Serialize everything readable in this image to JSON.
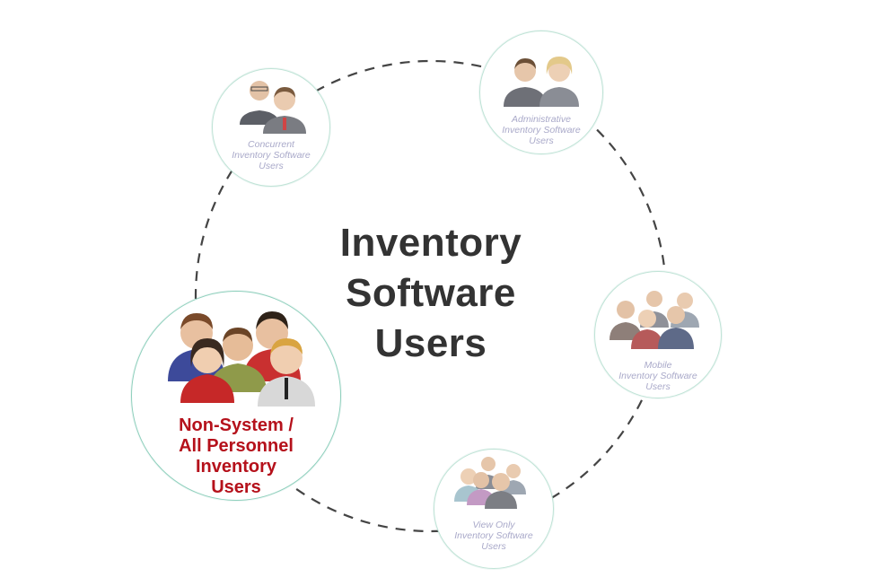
{
  "title": "Inventory Software Users",
  "nodes": {
    "concurrent": {
      "label": "Concurrent Inventory Software Users",
      "icon": "two-users-icon"
    },
    "administrative": {
      "label": "Administrative Inventory Software Users",
      "icon": "two-users-icon"
    },
    "mobile": {
      "label": "Mobile Inventory Software Users",
      "icon": "user-group-icon"
    },
    "view_only": {
      "label": "View Only Inventory Software Users",
      "icon": "user-group-icon"
    },
    "non_system": {
      "label": "Non-System / All Personnel Inventory Users",
      "icon": "user-group-icon"
    }
  },
  "colors": {
    "ring": "#444444",
    "node_border": "#bfe3d6",
    "label_faded": "#a9a9c9",
    "label_highlight": "#b5111b",
    "title": "#333333"
  }
}
